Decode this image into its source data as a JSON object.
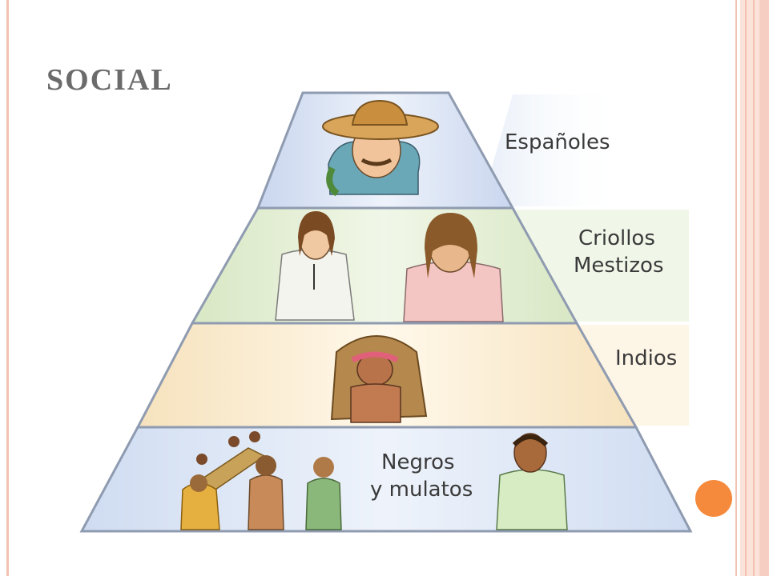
{
  "slide": {
    "title": "SOCIAL"
  },
  "pyramid": {
    "levels": [
      {
        "id": "espanoles",
        "lines": [
          "Españoles"
        ]
      },
      {
        "id": "criollos-mestizos",
        "lines": [
          "Criollos",
          "Mestizos"
        ]
      },
      {
        "id": "indios",
        "lines": [
          "Indios"
        ]
      },
      {
        "id": "negros-mulatos",
        "lines": [
          "Negros",
          "y mulatos"
        ]
      }
    ]
  },
  "colors": {
    "title": "#6b6b6b",
    "accent_dot": "#f58a3c",
    "frame": "#f3c2b3",
    "tier_blue": "#dfe8f6",
    "tier_green": "#e6f0d8",
    "tier_peach": "#fbf0d9",
    "label_text": "#3a3a3a"
  }
}
